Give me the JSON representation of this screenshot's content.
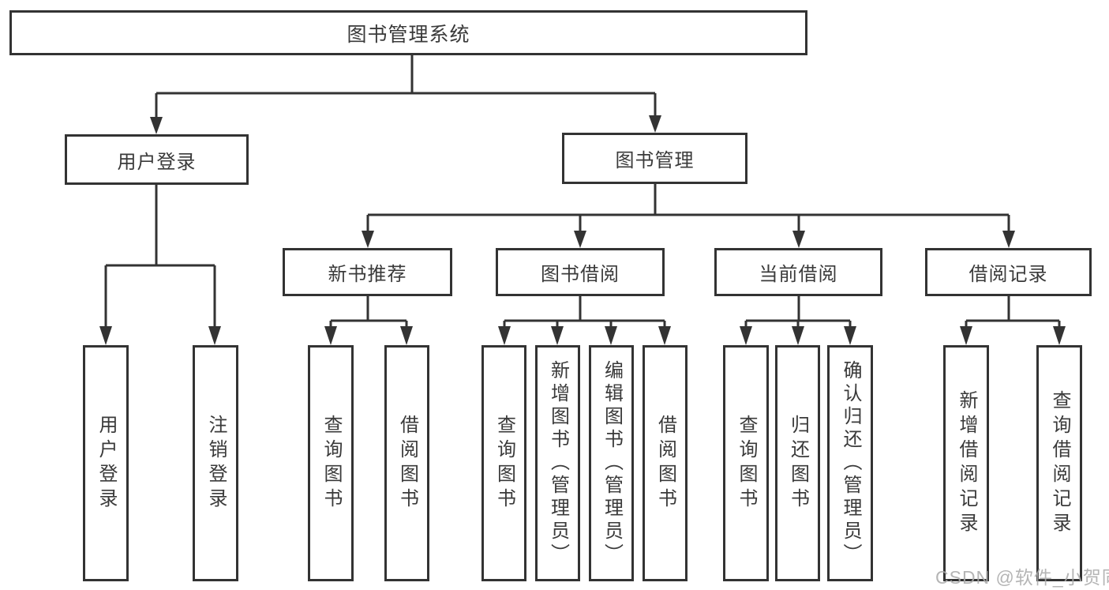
{
  "tree": {
    "root": "图书管理系统",
    "branches": [
      {
        "label": "用户登录",
        "children": [
          {
            "label": "用户登录"
          },
          {
            "label": "注销登录"
          }
        ]
      },
      {
        "label": "图书管理",
        "children": [
          {
            "label": "新书推荐",
            "children": [
              {
                "label": "查询图书"
              },
              {
                "label": "借阅图书"
              }
            ]
          },
          {
            "label": "图书借阅",
            "children": [
              {
                "label": "查询图书"
              },
              {
                "label": "新增图书（管理员）"
              },
              {
                "label": "编辑图书（管理员）"
              },
              {
                "label": "借阅图书"
              }
            ]
          },
          {
            "label": "当前借阅",
            "children": [
              {
                "label": "查询图书"
              },
              {
                "label": "归还图书"
              },
              {
                "label": "确认归还（管理员）"
              }
            ]
          },
          {
            "label": "借阅记录",
            "children": [
              {
                "label": "新增借阅记录"
              },
              {
                "label": "查询借阅记录"
              }
            ]
          }
        ]
      }
    ]
  },
  "watermark": "CSDN @软件_小贺同学",
  "colors": {
    "line": "#333333",
    "text": "#3a3a3a",
    "background": "#ffffff",
    "watermark": "#ababab"
  }
}
